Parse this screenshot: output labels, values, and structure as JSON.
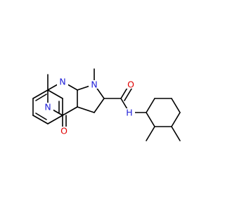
{
  "diagram": {
    "type": "chemical-structure",
    "colors": {
      "carbon_bond": "#000000",
      "nitrogen": "#2020d8",
      "oxygen": "#e00000",
      "background": "#ffffff"
    },
    "atom_labels": {
      "n_pyrimidine": "N",
      "n_pyrrole": "N",
      "n_pyridine": "N",
      "o_ketone": "O",
      "o_amide": "O",
      "nh_amide": "H"
    }
  }
}
